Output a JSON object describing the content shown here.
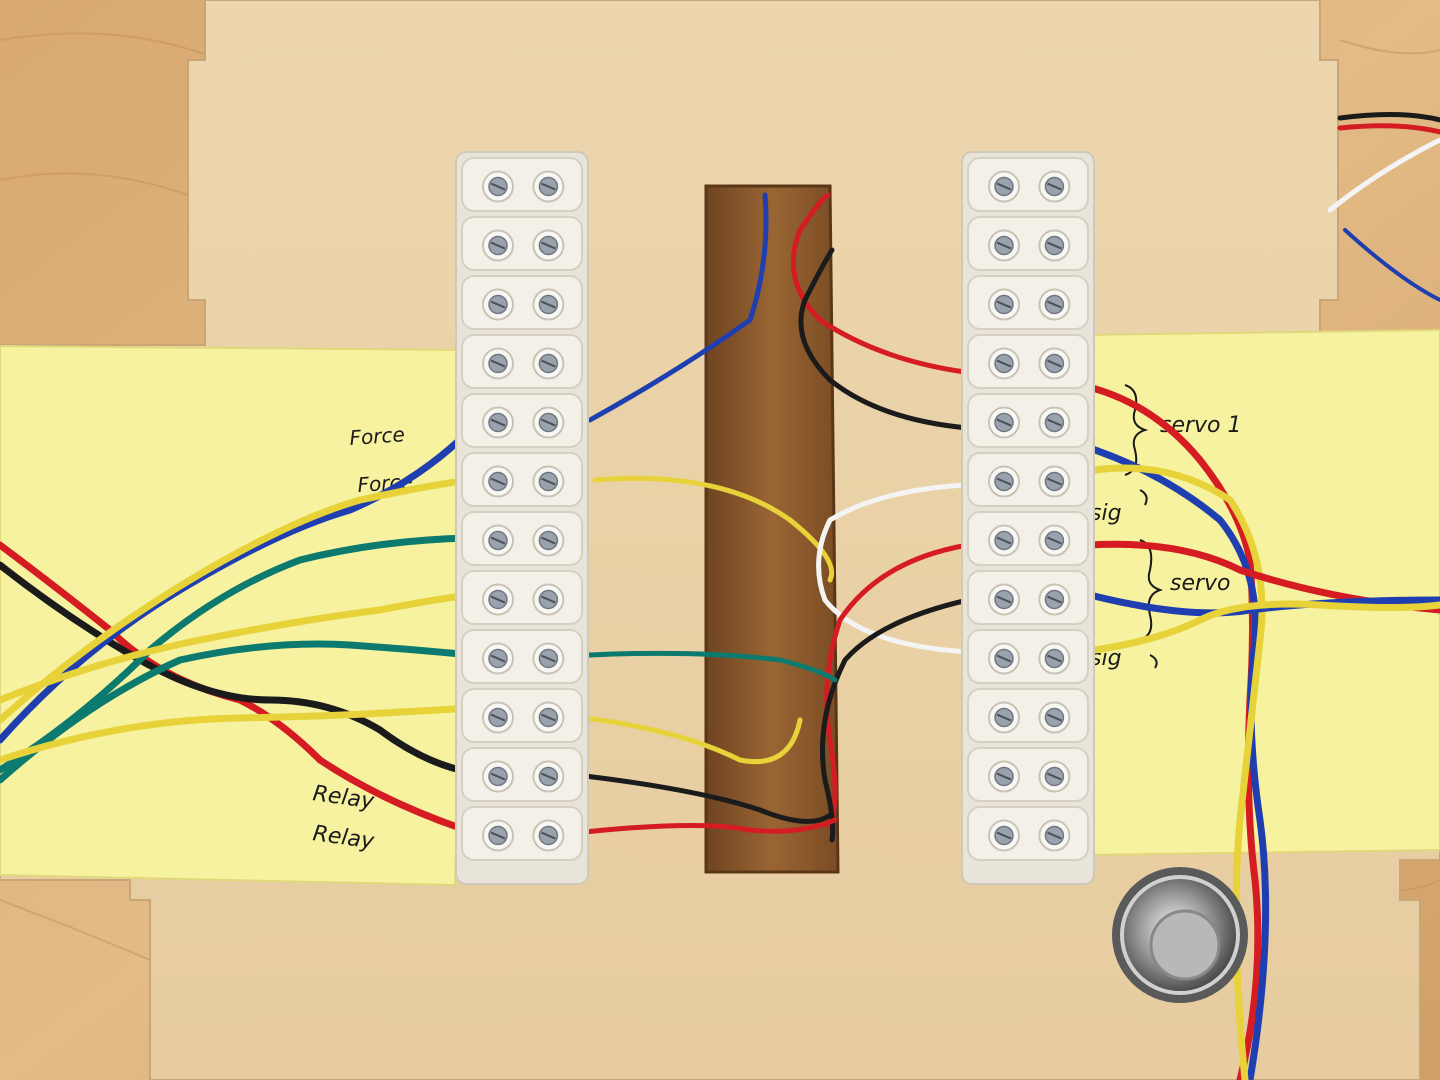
{
  "notes": {
    "left": {
      "labels": [
        "Force",
        "Force",
        "Relay",
        "Relay"
      ]
    },
    "right": {
      "labels": [
        "servo 1",
        "sig",
        "servo",
        "sig"
      ]
    }
  },
  "colors": {
    "table_wood": "#d9b27e",
    "plywood": "#ead2a8",
    "slot": "#8a5a2b",
    "sticky_note": "#f6f2a0",
    "terminal_block": "#f3f0e8",
    "wire_red": "#d41c22",
    "wire_black": "#1b1b1b",
    "wire_blue": "#1f3fb0",
    "wire_yellow": "#e8d23a",
    "wire_green": "#0c7a6e",
    "wire_white": "#f4f4f4"
  },
  "terminal_blocks": {
    "left_rows": 12,
    "right_rows": 12
  }
}
